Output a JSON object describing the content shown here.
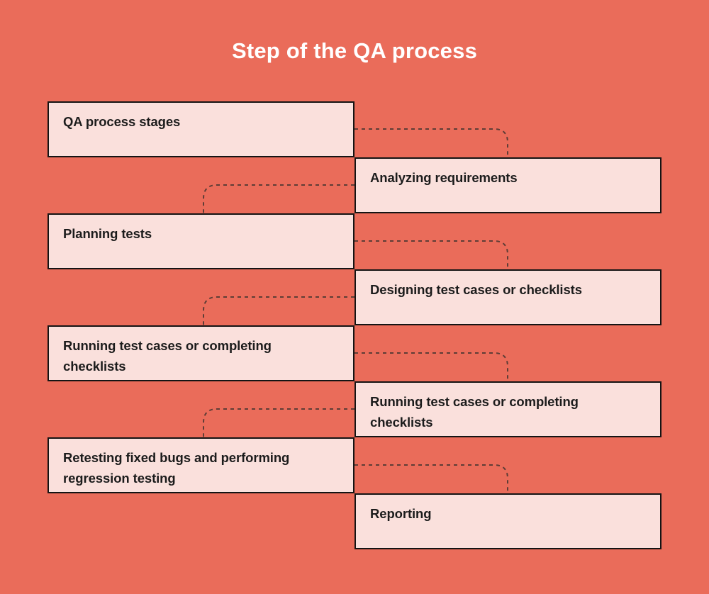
{
  "title": "Step of the QA process",
  "colors": {
    "background": "#EA6C5A",
    "box_fill": "#FAE0DC",
    "box_border": "#141414",
    "box_text": "#1C1C1C",
    "title_text": "#FFFFFF",
    "connector_dash": "#5E3D36"
  },
  "boxes": [
    {
      "label": "QA process stages",
      "side": "left"
    },
    {
      "label": "Analyzing requirements",
      "side": "right"
    },
    {
      "label": "Planning tests",
      "side": "left"
    },
    {
      "label": "Designing test cases or checklists",
      "side": "right"
    },
    {
      "label": "Running test cases or completing checklists",
      "side": "left"
    },
    {
      "label": "Running test cases or completing checklists",
      "side": "right"
    },
    {
      "label": "Retesting fixed bugs and performing regression testing",
      "side": "left"
    },
    {
      "label": "Reporting",
      "side": "right"
    }
  ]
}
